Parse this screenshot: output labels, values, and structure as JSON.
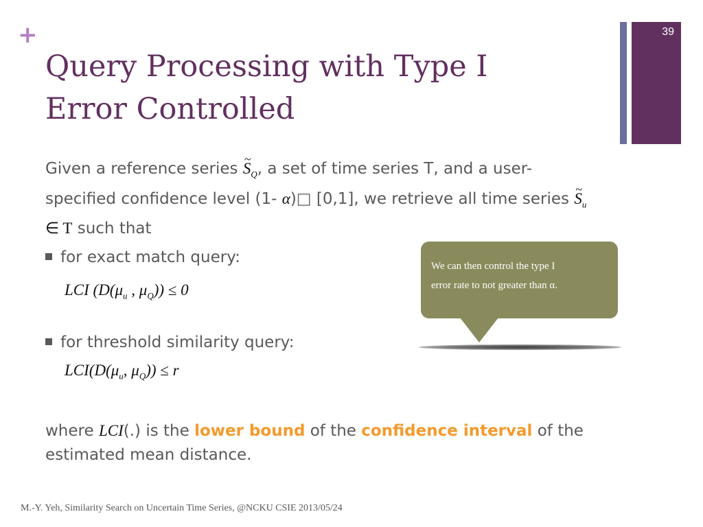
{
  "slide": {
    "plus_glyph": "+",
    "title_line1": "Query Processing with Type I",
    "title_line2": "Error Controlled",
    "number": "39"
  },
  "intro": {
    "part1": "Given a reference series ",
    "sq_symbol": "S",
    "sq_sub": "Q",
    "part2": ", a set of time series T, and a user-specified confidence level (1- ",
    "alpha": "α",
    "part3": ")□ [0,1], we retrieve all time series ",
    "su_symbol": "S",
    "su_sub": "u",
    "member_set": " ∈ T",
    "part4": " such that"
  },
  "bullets": [
    {
      "text": "for exact match query:",
      "formula": {
        "lead": "LCI (D(μ",
        "sub1": "u",
        "mid": " , μ",
        "sub2": "Q",
        "tail": ")) ≤ 0"
      }
    },
    {
      "text": "for threshold similarity query:",
      "formula": {
        "lead": "LCI(D(μ",
        "sub1": "u",
        "mid": ", μ",
        "sub2": "Q",
        "tail": ")) ≤ r"
      }
    }
  ],
  "callout": {
    "line1": "We can then control the type I",
    "line2": "error rate to  not greater than α."
  },
  "conclusion": {
    "part1": "where ",
    "lci": "LCI",
    "part2": "(.) is the ",
    "highlight1": "lower bound",
    "part3": " of the ",
    "highlight2": "confidence interval",
    "part4": " of the estimated mean distance."
  },
  "footer": "M.-Y. Yeh, Similarity Search on Uncertain Time Series,  @NCKU CSIE 2013/05/24",
  "colors": {
    "title": "#61305f",
    "accent_bar": "#6b6f9e",
    "callout": "#8a8b5c",
    "highlight": "#f39a2c",
    "plus": "#b67fc3"
  }
}
